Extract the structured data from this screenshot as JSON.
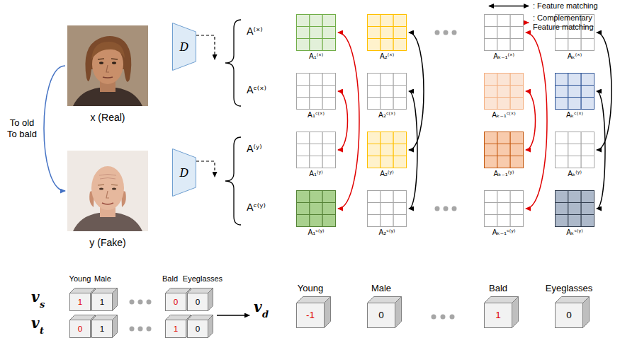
{
  "diagram": {
    "nodes": [
      {
        "text": [
          "x (Real)"
        ]
      },
      {
        "text": [
          "y (Fake)"
        ]
      },
      {
        "text": [
          "D"
        ]
      },
      {
        "text": [
          "D"
        ]
      },
      {
        "text": [
          "A₁⁽ˣ⁾"
        ]
      },
      {
        "text": [
          "A₂⁽ˣ⁾"
        ]
      },
      {
        "text": [
          "Aₖ₋₁⁽ˣ⁾"
        ]
      },
      {
        "text": [
          "Aₖ⁽ˣ⁾"
        ]
      },
      {
        "text": [
          "A₁ᶜ⁽ˣ⁾"
        ]
      },
      {
        "text": [
          "A₂ᶜ⁽ˣ⁾"
        ]
      },
      {
        "text": [
          "Aₖ₋₁ᶜ⁽ˣ⁾"
        ]
      },
      {
        "text": [
          "Aₖᶜ⁽ˣ⁾"
        ]
      },
      {
        "text": [
          "A₁⁽ʸ⁾"
        ]
      },
      {
        "text": [
          "A₂⁽ʸ⁾"
        ]
      },
      {
        "text": [
          "Aₖ₋₁⁽ʸ⁾"
        ]
      },
      {
        "text": [
          "Aₖ⁽ʸ⁾"
        ]
      },
      {
        "text": [
          "A₁ᶜ⁽ʸ⁾"
        ]
      },
      {
        "text": [
          "A₂ᶜ⁽ʸ⁾"
        ]
      },
      {
        "text": [
          "Aₖ₋₁ᶜ⁽ʸ⁾"
        ]
      },
      {
        "text": [
          "Aₖᶜ⁽ʸ⁾"
        ]
      },
      {
        "text": [
          "1"
        ]
      },
      {
        "text": [
          "1"
        ]
      },
      {
        "text": [
          "0"
        ]
      },
      {
        "text": [
          "0"
        ]
      },
      {
        "text": [
          "0"
        ]
      },
      {
        "text": [
          "1"
        ]
      },
      {
        "text": [
          "1"
        ]
      },
      {
        "text": [
          "0"
        ]
      },
      {
        "text": [
          "-1"
        ]
      },
      {
        "text": [
          "0"
        ]
      },
      {
        "text": [
          "1"
        ]
      },
      {
        "text": [
          "0"
        ]
      }
    ],
    "edges": [
      {
        "from": 0,
        "to": 1,
        "arrow": "to",
        "label": "To old To bald"
      },
      {
        "from": 4,
        "to": 16,
        "arrow": "both"
      },
      {
        "from": 8,
        "to": 12,
        "arrow": "both"
      },
      {
        "from": 5,
        "to": 13,
        "arrow": "both"
      },
      {
        "from": 9,
        "to": 17,
        "arrow": "both"
      },
      {
        "from": 6,
        "to": 18,
        "arrow": "both"
      },
      {
        "from": 10,
        "to": 14,
        "arrow": "both"
      },
      {
        "from": 7,
        "to": 15,
        "arrow": "both"
      },
      {
        "from": 11,
        "to": 19,
        "arrow": "both"
      }
    ],
    "labels": [
      "A⁽ˣ⁾",
      "Aᶜ⁽ˣ⁾",
      "A⁽ʸ⁾",
      "Aᶜ⁽ʸ⁾",
      "Young",
      "Male",
      "Bald",
      "Eyeglasses",
      "v",
      "s",
      "v",
      "t",
      "v",
      "d",
      "Young",
      "Male",
      "Bald",
      "Eyeglasses"
    ],
    "legend": [
      {
        "text": ": Feature matching"
      },
      {
        "text": ": Complementary Feature matching"
      }
    ]
  }
}
